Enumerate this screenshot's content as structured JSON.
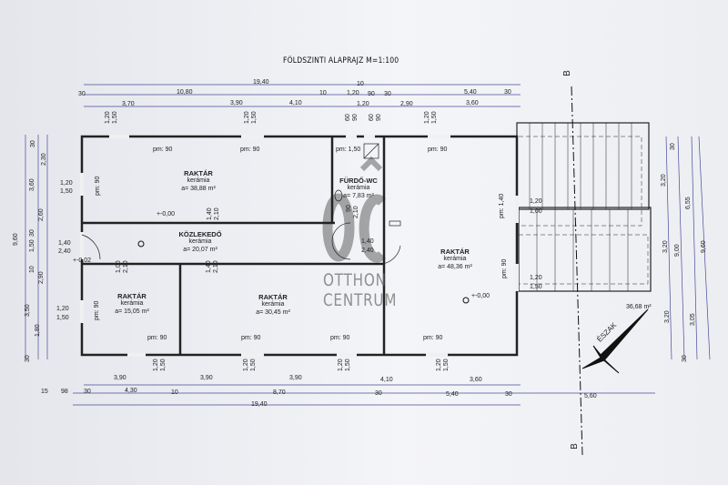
{
  "title": "FÖLDSZINTI ALAPRAJZ M=1:100",
  "section_marks": {
    "top": "B",
    "bottom": "B"
  },
  "rooms": [
    {
      "name": "RAKTÁR",
      "floor": "kerámia",
      "area": "a= 38,88 m²"
    },
    {
      "name": "FÜRDŐ-WC",
      "floor": "kerámia",
      "area": "a= 7,83 m²"
    },
    {
      "name": "KÖZLEKEDŐ",
      "floor": "kerámia",
      "area": "a= 20,07 m²"
    },
    {
      "name": "RAKTÁR",
      "floor": "kerámia",
      "area": "a= 48,36 m²"
    },
    {
      "name": "RAKTÁR",
      "floor": "kerámia",
      "area": "a= 15,05 m²"
    },
    {
      "name": "RAKTÁR",
      "floor": "kerámia",
      "area": "a= 30,45 m²"
    }
  ],
  "terrace_area": "36,68 m²",
  "north_label": "ÉSZAK",
  "elevations": [
    "+-0,00",
    "+-0,00",
    "+-0,02"
  ],
  "watermark": {
    "logo": "OC",
    "line1": "OTTHON",
    "line2": "CENTRUM"
  },
  "dims": {
    "top1": [
      "19,40"
    ],
    "top2": [
      "30",
      "10,80",
      "10",
      "10",
      "1,20",
      "90",
      "30",
      "5,40",
      "30"
    ],
    "top3": [
      "3,70",
      "3,90",
      "4,10",
      "1,20",
      "2,90",
      "3,60"
    ],
    "top_windows": [
      "1,20",
      "1,50",
      "1,20",
      "1,50",
      "60",
      "90",
      "60",
      "90",
      "1,20",
      "1,50"
    ],
    "parapets": [
      "pm: 90",
      "pm: 90",
      "pm: 1,50",
      "pm: 90",
      "pm: 90",
      "pm: 1,40",
      "pm: 90",
      "pm: 90",
      "pm: 90",
      "pm: 90",
      "pm: 90",
      "pm: 90"
    ],
    "doors": [
      "1,40",
      "2,10",
      "90",
      "2,10",
      "1,40",
      "2,40",
      "1,00",
      "2,10",
      "1,40",
      "2,10"
    ],
    "bottom1": [
      "3,90",
      "3,90",
      "3,90",
      "4,10",
      "3,60"
    ],
    "bottom2": [
      "15",
      "98",
      "30",
      "4,30",
      "10",
      "8,70",
      "30",
      "5,40",
      "30",
      "5,60"
    ],
    "bottom3": [
      "19,40"
    ],
    "bottom_windows": [
      "1,20",
      "1,50",
      "1,20",
      "1,50",
      "1,20",
      "1,50",
      "1,20",
      "1,50"
    ],
    "left": [
      "30",
      "2,30",
      "3,60",
      "1,20",
      "1,50",
      "2,60",
      "30",
      "1,40",
      "2,40",
      "1,50",
      "10",
      "2,90",
      "9,60",
      "1,20",
      "1,50",
      "3,50",
      "1,80",
      "30"
    ],
    "right": [
      "30",
      "3,20",
      "6,55",
      "3,20",
      "9,00",
      "9,60",
      "3,20",
      "3,05",
      "30",
      "1,20",
      "1,00",
      "1,20",
      "1,50"
    ]
  }
}
